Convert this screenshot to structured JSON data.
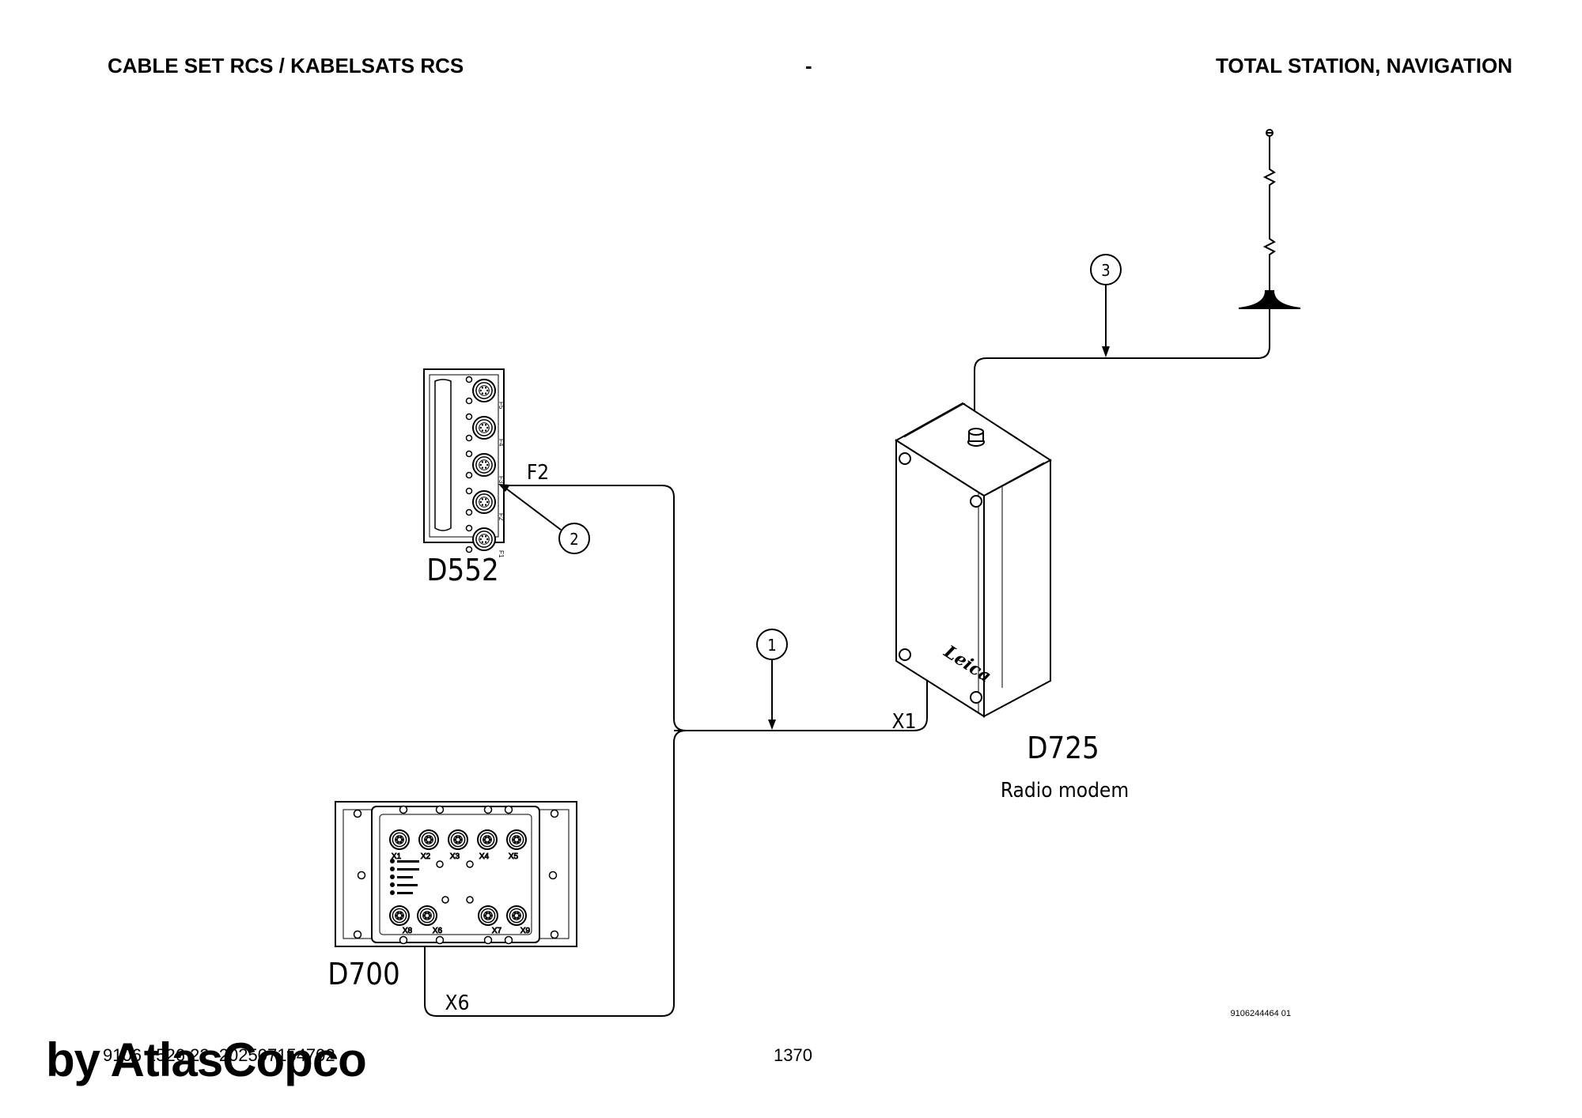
{
  "header": {
    "left": "CABLE SET RCS / KABELSATS RCS",
    "middle": "-",
    "right": "TOTAL STATION, NAVIGATION"
  },
  "components": {
    "d552": {
      "name": "D552",
      "port_labels": [
        "F5",
        "F4",
        "F3",
        "F2",
        "F1"
      ]
    },
    "d725": {
      "name": "D725",
      "description": "Radio modem",
      "brand": "Leica"
    },
    "d700": {
      "name": "D700",
      "top_ports": [
        "X1",
        "X2",
        "X3",
        "X4",
        "X5"
      ],
      "bottom_ports": [
        "X8",
        "X6",
        "X7",
        "X9"
      ]
    }
  },
  "connections": {
    "f2": "F2",
    "x1": "X1",
    "x6": "X6"
  },
  "callouts": [
    "1",
    "2",
    "3"
  ],
  "drawing_number": "9106244464 01",
  "footer": {
    "document_id": "9106 1526 22_202507154702",
    "page": "1370",
    "watermark": "by AtlasCopco"
  }
}
